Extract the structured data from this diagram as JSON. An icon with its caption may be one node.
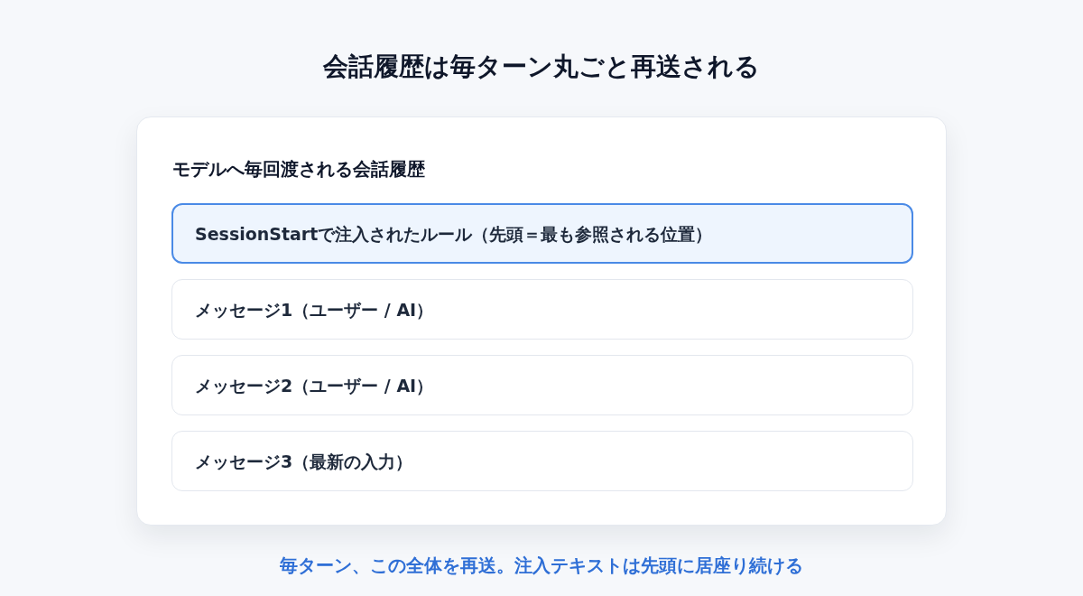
{
  "diagram": {
    "title": "会話履歴は毎ターン丸ごと再送される",
    "nodes": [
      {
        "text": [
          "モデルへ毎回渡される会話履歴"
        ]
      },
      {
        "text": [
          "SessionStartで注入されたルール（先頭＝最も参照される位置）"
        ],
        "in": 0
      },
      {
        "text": [
          "メッセージ1（ユーザー / AI）"
        ],
        "in": 0
      },
      {
        "text": [
          "メッセージ2（ユーザー / AI）"
        ],
        "in": 0
      },
      {
        "text": [
          "メッセージ3（最新の入力）"
        ],
        "in": 0
      }
    ],
    "caption": "毎ターン、この全体を再送。注入テキストは先頭に居座り続ける"
  }
}
